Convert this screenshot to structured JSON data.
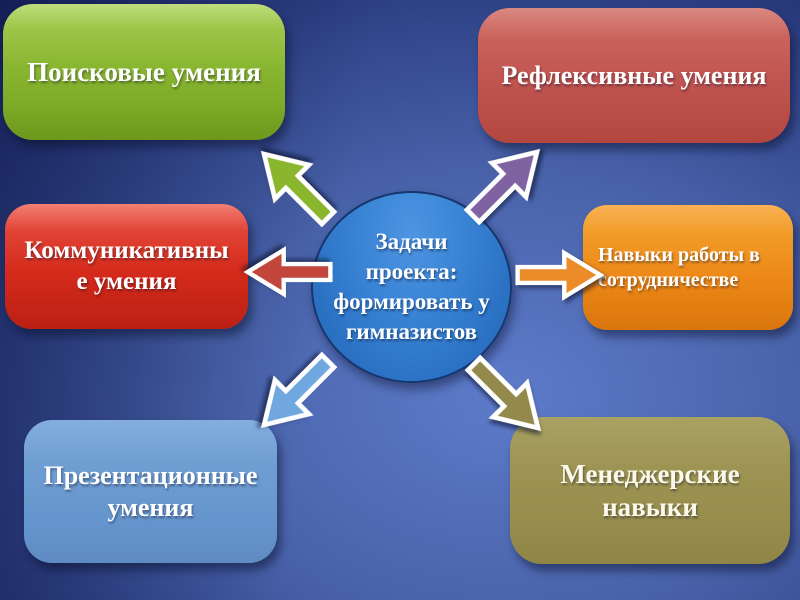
{
  "center": {
    "label": "Задачи\nпроекта:\nформировать у\nгимназистов",
    "fill": "#2d74c6"
  },
  "nodes": [
    {
      "id": "search-skills",
      "label": "Поисковые умения",
      "fill": "#8ab732",
      "position": "top-left"
    },
    {
      "id": "reflexive-skills",
      "label": "Рефлексивные умения",
      "fill": "#c0504d",
      "position": "top-right"
    },
    {
      "id": "communicative-skills",
      "label": "Коммуникативны\nе умения",
      "fill": "#d42a1b",
      "position": "middle-left"
    },
    {
      "id": "collaboration-skills",
      "label": "Навыки работы в\nсотрудничестве",
      "fill": "#ec8717",
      "position": "middle-right"
    },
    {
      "id": "presentation-skills",
      "label": "Презентационные\nумения",
      "fill": "#6695cd",
      "position": "bottom-left"
    },
    {
      "id": "managerial-skills",
      "label": "Менеджерские\nнавыки",
      "fill": "#978d4c",
      "position": "bottom-right"
    }
  ],
  "arrows": [
    {
      "direction": "up-left",
      "color": "#8ab62e"
    },
    {
      "direction": "up-right",
      "color": "#7e62a1"
    },
    {
      "direction": "left",
      "color": "#c2463c"
    },
    {
      "direction": "right",
      "color": "#ec8c28"
    },
    {
      "direction": "down-left",
      "color": "#6fa7de"
    },
    {
      "direction": "down-right",
      "color": "#93894a"
    }
  ],
  "colors": {
    "background_dark": "#1a2560",
    "background_light": "#5d7bca",
    "text": "#ffffff",
    "arrow_outline": "#ffffff"
  }
}
